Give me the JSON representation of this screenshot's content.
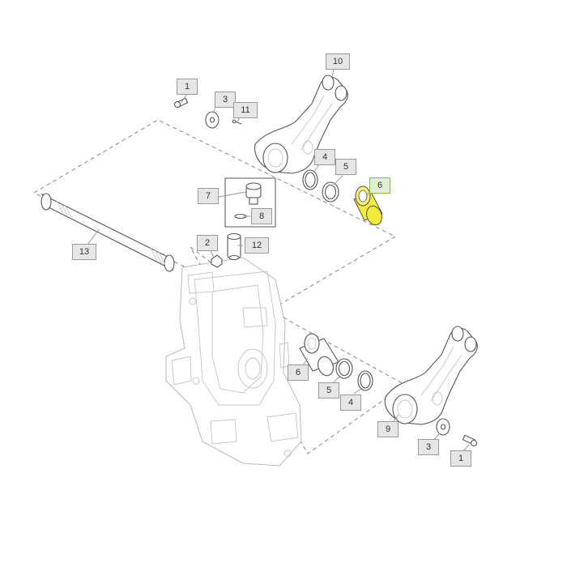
{
  "callouts": [
    {
      "id": "c1a",
      "label": "1"
    },
    {
      "id": "c3a",
      "label": "3"
    },
    {
      "id": "c11",
      "label": "11"
    },
    {
      "id": "c10",
      "label": "10"
    },
    {
      "id": "c4a",
      "label": "4"
    },
    {
      "id": "c5a",
      "label": "5"
    },
    {
      "id": "c6a",
      "label": "6"
    },
    {
      "id": "c7",
      "label": "7"
    },
    {
      "id": "c8",
      "label": "8"
    },
    {
      "id": "c2",
      "label": "2"
    },
    {
      "id": "c12",
      "label": "12"
    },
    {
      "id": "c13",
      "label": "13"
    },
    {
      "id": "c6b",
      "label": "6"
    },
    {
      "id": "c5b",
      "label": "5"
    },
    {
      "id": "c4b",
      "label": "4"
    },
    {
      "id": "c9",
      "label": "9"
    },
    {
      "id": "c3b",
      "label": "3"
    },
    {
      "id": "c1b",
      "label": "1"
    }
  ],
  "colors": {
    "highlight_part": "#f2e93a",
    "highlight_callout_border": "#7fbf3f",
    "highlight_callout_fill": "#dff0cf",
    "callout_fill": "#e6e6e6",
    "line": "#555555"
  }
}
